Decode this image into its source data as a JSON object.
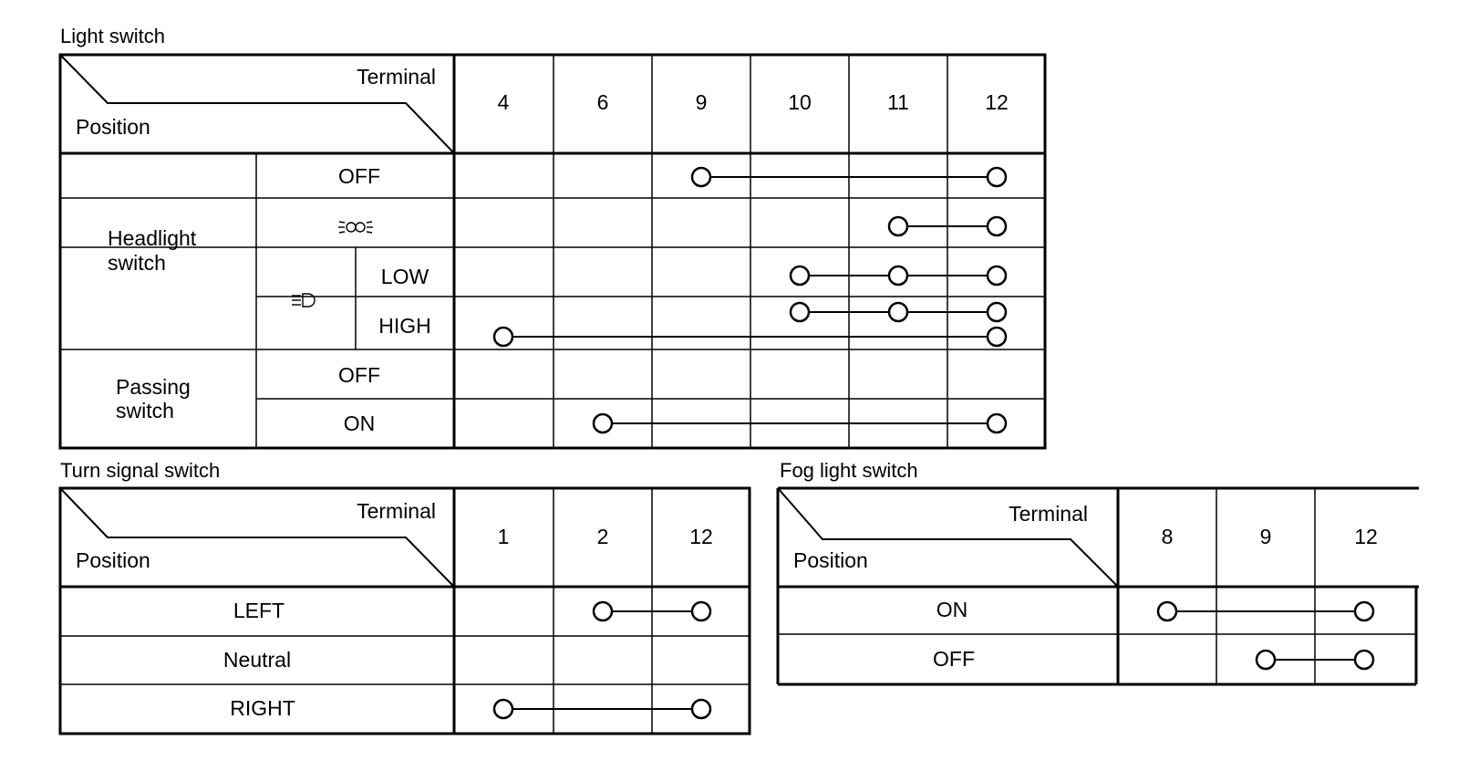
{
  "light_switch": {
    "title": "Light switch",
    "header_terminal": "Terminal",
    "header_position": "Position",
    "terminals": [
      "4",
      "6",
      "9",
      "10",
      "11",
      "12"
    ],
    "groups": {
      "headlight_line1": "Headlight",
      "headlight_line2": "switch",
      "passing_line1": "Passing",
      "passing_line2": "switch"
    },
    "headlight_positions": {
      "off": "OFF",
      "tail_symbol": "tail-light-icon",
      "head_symbol": "headlight-icon",
      "low": "LOW",
      "high": "HIGH"
    },
    "passing_positions": {
      "off": "OFF",
      "on": "ON"
    },
    "connections": [
      {
        "position": "Headlight OFF",
        "terminals": [
          "9",
          "12"
        ]
      },
      {
        "position": "Headlight tail",
        "terminals": [
          "11",
          "12"
        ]
      },
      {
        "position": "Headlight LOW",
        "terminals": [
          "10",
          "11",
          "12"
        ]
      },
      {
        "position": "Headlight HIGH",
        "terminals": [
          "10",
          "11",
          "12"
        ]
      },
      {
        "position": "Headlight HIGH",
        "terminals": [
          "4",
          "12"
        ]
      },
      {
        "position": "Passing OFF",
        "terminals": []
      },
      {
        "position": "Passing ON",
        "terminals": [
          "6",
          "12"
        ]
      }
    ]
  },
  "turn_signal_switch": {
    "title": "Turn signal switch",
    "header_terminal": "Terminal",
    "header_position": "Position",
    "terminals": [
      "1",
      "2",
      "12"
    ],
    "positions": [
      "LEFT",
      "Neutral",
      "RIGHT"
    ],
    "connections": [
      {
        "position": "LEFT",
        "terminals": [
          "2",
          "12"
        ]
      },
      {
        "position": "Neutral",
        "terminals": []
      },
      {
        "position": "RIGHT",
        "terminals": [
          "1",
          "12"
        ]
      }
    ]
  },
  "fog_light_switch": {
    "title": "Fog light switch",
    "header_terminal": "Terminal",
    "header_position": "Position",
    "terminals": [
      "8",
      "9",
      "12"
    ],
    "positions": [
      "ON",
      "OFF"
    ],
    "connections": [
      {
        "position": "ON",
        "terminals": [
          "8",
          "12"
        ]
      },
      {
        "position": "OFF",
        "terminals": [
          "9",
          "12"
        ]
      }
    ]
  }
}
